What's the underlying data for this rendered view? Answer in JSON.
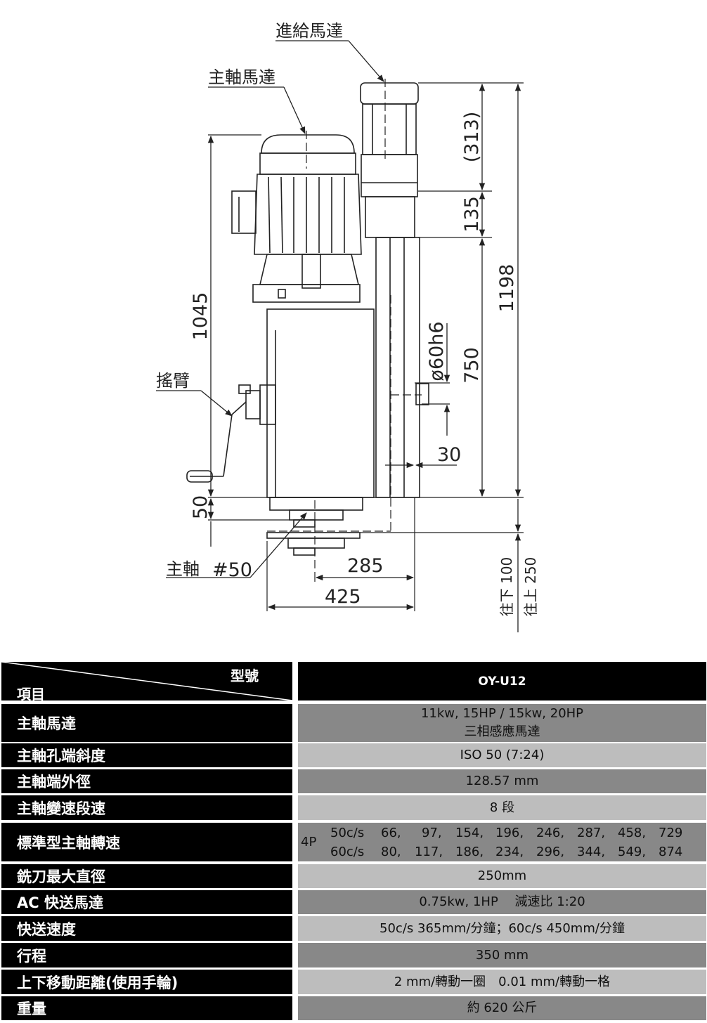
{
  "drawing": {
    "labels": {
      "feed_motor": "進給馬達",
      "spindle_motor": "主軸馬達",
      "handle": "搖臂",
      "spindle": "主軸",
      "spindle_taper": "#50"
    },
    "dimensions": {
      "d313": "(313)",
      "d135": "135",
      "d1198": "1198",
      "d1045": "1045",
      "d60h6": "ø60h6",
      "d750": "750",
      "d30": "30",
      "d50": "50",
      "d285": "285",
      "d425": "425",
      "down": "往下 100",
      "up": "往上 250"
    }
  },
  "spec_table": {
    "header": {
      "model_label": "型號",
      "item_label": "項目",
      "model": "OY-U12"
    },
    "rows": [
      {
        "label": "主軸馬達",
        "lines": [
          "11kw, 15HP / 15kw, 20HP",
          "三相感應馬達"
        ]
      },
      {
        "label": "主軸孔端斜度",
        "lines": [
          "ISO 50 (7:24)"
        ]
      },
      {
        "label": "主軸端外徑",
        "lines": [
          "128.57 mm"
        ]
      },
      {
        "label": "主軸變速段速",
        "lines": [
          "8 段"
        ]
      },
      {
        "label": "標準型主軸轉速",
        "lines": []
      },
      {
        "label": "銑刀最大直徑",
        "lines": [
          "250mm"
        ]
      },
      {
        "label": "AC 快送馬達",
        "lines": [
          "0.75kw, 1HP　 減速比  1:20"
        ]
      },
      {
        "label": "快送速度",
        "lines": [
          "50c/s 365mm/分鐘；60c/s 450mm/分鐘"
        ]
      },
      {
        "label": "行程",
        "lines": [
          "350 mm"
        ]
      },
      {
        "label": "上下移動距離(使用手輪)",
        "lines": [
          "2 mm/轉動一圈　0.01 mm/轉動一格"
        ]
      },
      {
        "label": "重量",
        "lines": [
          "約  620  公斤"
        ]
      }
    ],
    "speeds": {
      "pole": "4P",
      "r50": {
        "freq": "50c/s",
        "values": [
          "66,",
          "97,",
          "154,",
          "196,",
          "246,",
          "287,",
          "458,",
          "729"
        ]
      },
      "r60": {
        "freq": "60c/s",
        "values": [
          "80,",
          "117,",
          "186,",
          "234,",
          "296,",
          "344,",
          "549,",
          "874"
        ]
      }
    }
  }
}
